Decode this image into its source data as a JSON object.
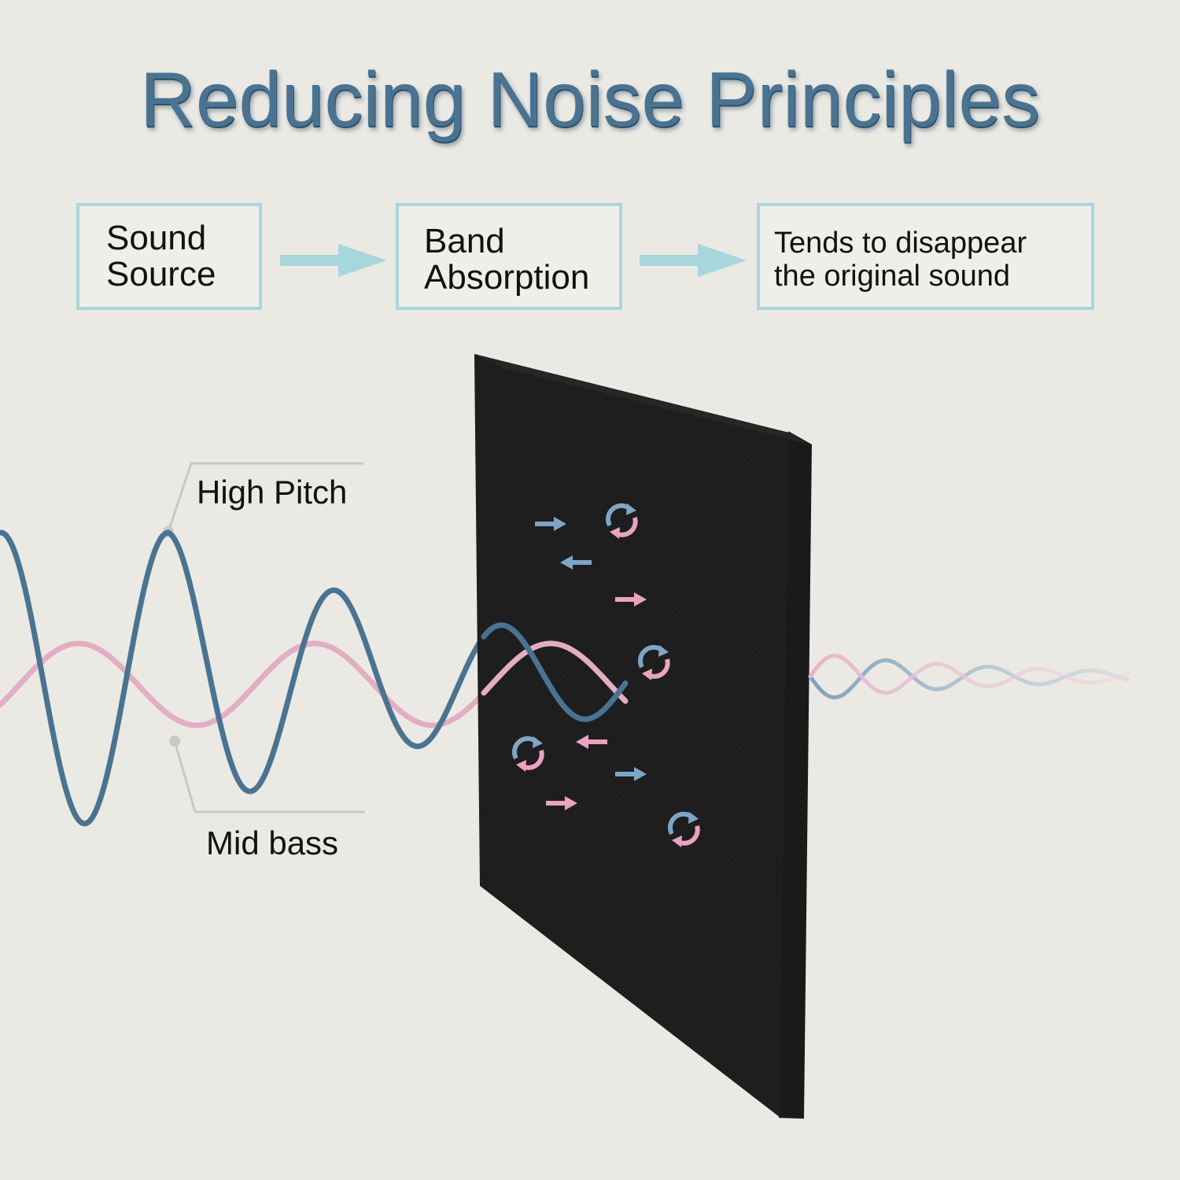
{
  "title": "Reducing Noise Principles",
  "flow": {
    "step1": {
      "line1": "Sound",
      "line2": "Source"
    },
    "step2": {
      "line1": "Band",
      "line2": "Absorption"
    },
    "step3": {
      "line1": "Tends to disappear",
      "line2": "the original sound"
    }
  },
  "waves": {
    "high_pitch_label": "High Pitch",
    "mid_bass_label": "Mid bass"
  },
  "colors": {
    "background": "#ebe9e3",
    "title": "#4a7391",
    "box_border": "#a8d6dd",
    "flow_arrow": "#a8d6dd",
    "high_pitch_wave": "#4a7391",
    "mid_bass_wave": "#e2aec4",
    "panel": "#111111",
    "pointer_line": "#c8c8c8"
  }
}
